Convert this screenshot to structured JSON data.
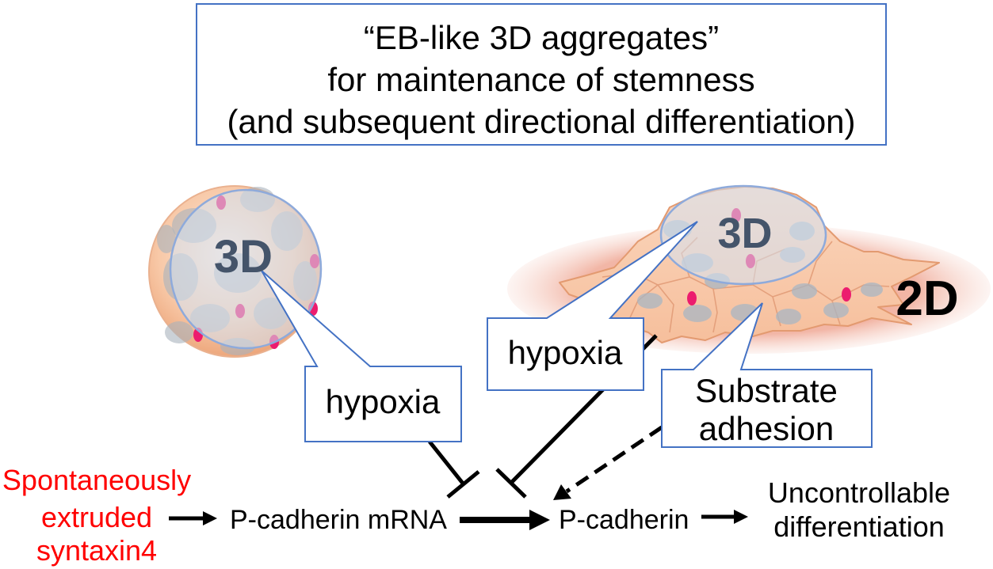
{
  "header_box": {
    "lines": [
      "“EB-like 3D aggregates”",
      "for maintenance of stemness",
      "(and subsequent directional differentiation)"
    ]
  },
  "aggregate": {
    "label_3d": "3D"
  },
  "sheet": {
    "label_3d": "3D",
    "label_2d": "2D"
  },
  "callouts": {
    "hypoxia_left": "hypoxia",
    "hypoxia_right": "hypoxia",
    "substrate": [
      "Substrate",
      "adhesion"
    ]
  },
  "pathway": {
    "source": [
      "Spontaneously",
      "extruded",
      "syntaxin4"
    ],
    "mrna": "P-cadherin mRNA",
    "protein": "P-cadherin",
    "outcome": [
      "Uncontrollable",
      "differentiation"
    ]
  },
  "colors": {
    "box_border": "#4472c4",
    "source_text": "#ff0000",
    "label_3d": "#44546a",
    "marker": "#ec1c6e"
  }
}
